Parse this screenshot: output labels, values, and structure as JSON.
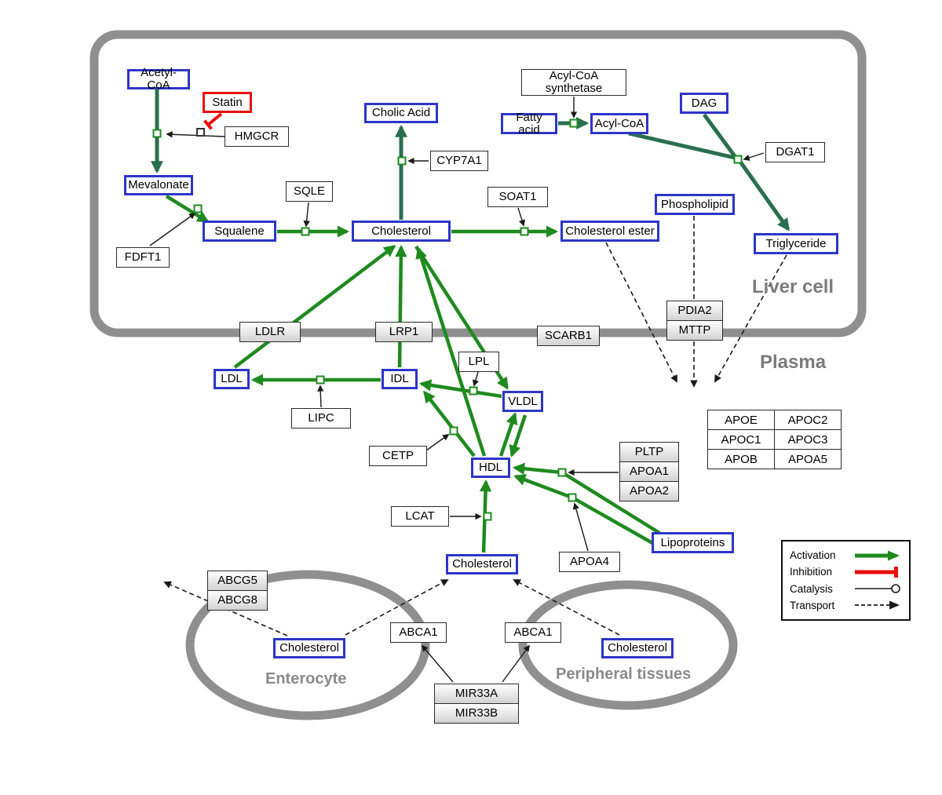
{
  "regions": {
    "liver": "Liver cell",
    "plasma": "Plasma",
    "enterocyte": "Enterocyte",
    "peripheral": "Peripheral tissues"
  },
  "nodes": {
    "acetyl_coa": "Acetyl-CoA",
    "statin": "Statin",
    "hmgcr": "HMGCR",
    "mevalonate": "Mevalonate",
    "fdft1": "FDFT1",
    "squalene": "Squalene",
    "sqle": "SQLE",
    "cholesterol_liver": "Cholesterol",
    "cholic_acid": "Cholic Acid",
    "cyp7a1": "CYP7A1",
    "soat1": "SOAT1",
    "cholesterol_ester": "Cholesterol ester",
    "acyl_coa_synthetase": "Acyl-CoA synthetase",
    "fatty_acid": "Fatty acid",
    "acyl_coa": "Acyl-CoA",
    "dag": "DAG",
    "dgat1": "DGAT1",
    "phospholipid": "Phospholipid",
    "triglyceride": "Triglyceride",
    "ldlr": "LDLR",
    "lrp1": "LRP1",
    "scarb1": "SCARB1",
    "pdia2": "PDIA2",
    "mttp": "MTTP",
    "ldl": "LDL",
    "idl": "IDL",
    "lipc": "LIPC",
    "lpl": "LPL",
    "vldl": "VLDL",
    "cetp": "CETP",
    "hdl": "HDL",
    "pltp": "PLTP",
    "apoa1": "APOA1",
    "apoa2": "APOA2",
    "lcat": "LCAT",
    "apoa4": "APOA4",
    "lipoproteins": "Lipoproteins",
    "cholesterol_plasma": "Cholesterol",
    "abcg5": "ABCG5",
    "abcg8": "ABCG8",
    "cholesterol_enterocyte": "Cholesterol",
    "abca1_enterocyte": "ABCA1",
    "abca1_peripheral": "ABCA1",
    "cholesterol_peripheral": "Cholesterol",
    "mir33a": "MIR33A",
    "mir33b": "MIR33B"
  },
  "apolipoprotein_table": [
    [
      "APOE",
      "APOC2"
    ],
    [
      "APOC1",
      "APOC3"
    ],
    [
      "APOB",
      "APOA5"
    ]
  ],
  "legend": {
    "activation": "Activation",
    "inhibition": "Inhibition",
    "catalysis": "Catalysis",
    "transport": "Transport"
  },
  "colors": {
    "activation_green": "#1e8a1e",
    "synthesis_green": "#2a6f50",
    "inhibition_red": "#e80f0f",
    "metabolite_blue": "#2d35c8",
    "membrane_gray": "#8f8f8f"
  }
}
